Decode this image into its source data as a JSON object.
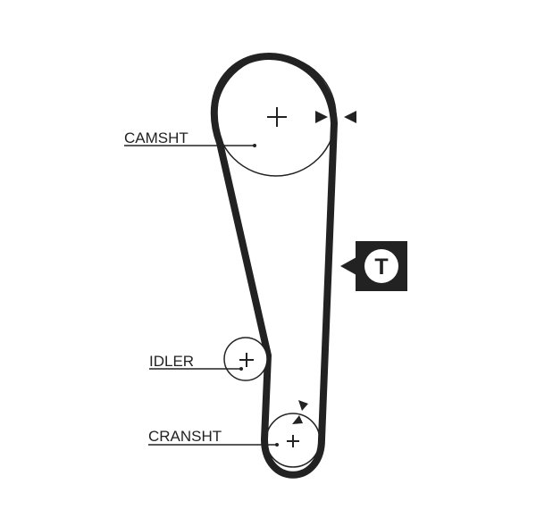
{
  "diagram": {
    "labels": {
      "camshaft": "CAMSHT",
      "idler": "IDLER",
      "crankshaft": "CRANSHT"
    },
    "tensioner_symbol": "T",
    "colors": {
      "stroke": "#222222",
      "background": "#ffffff",
      "tensioner_box": "#222222",
      "tensioner_letter_bg": "#ffffff"
    },
    "icons": [
      "plus-icon",
      "timing-mark-arrow-icon",
      "tensioner-icon"
    ]
  }
}
